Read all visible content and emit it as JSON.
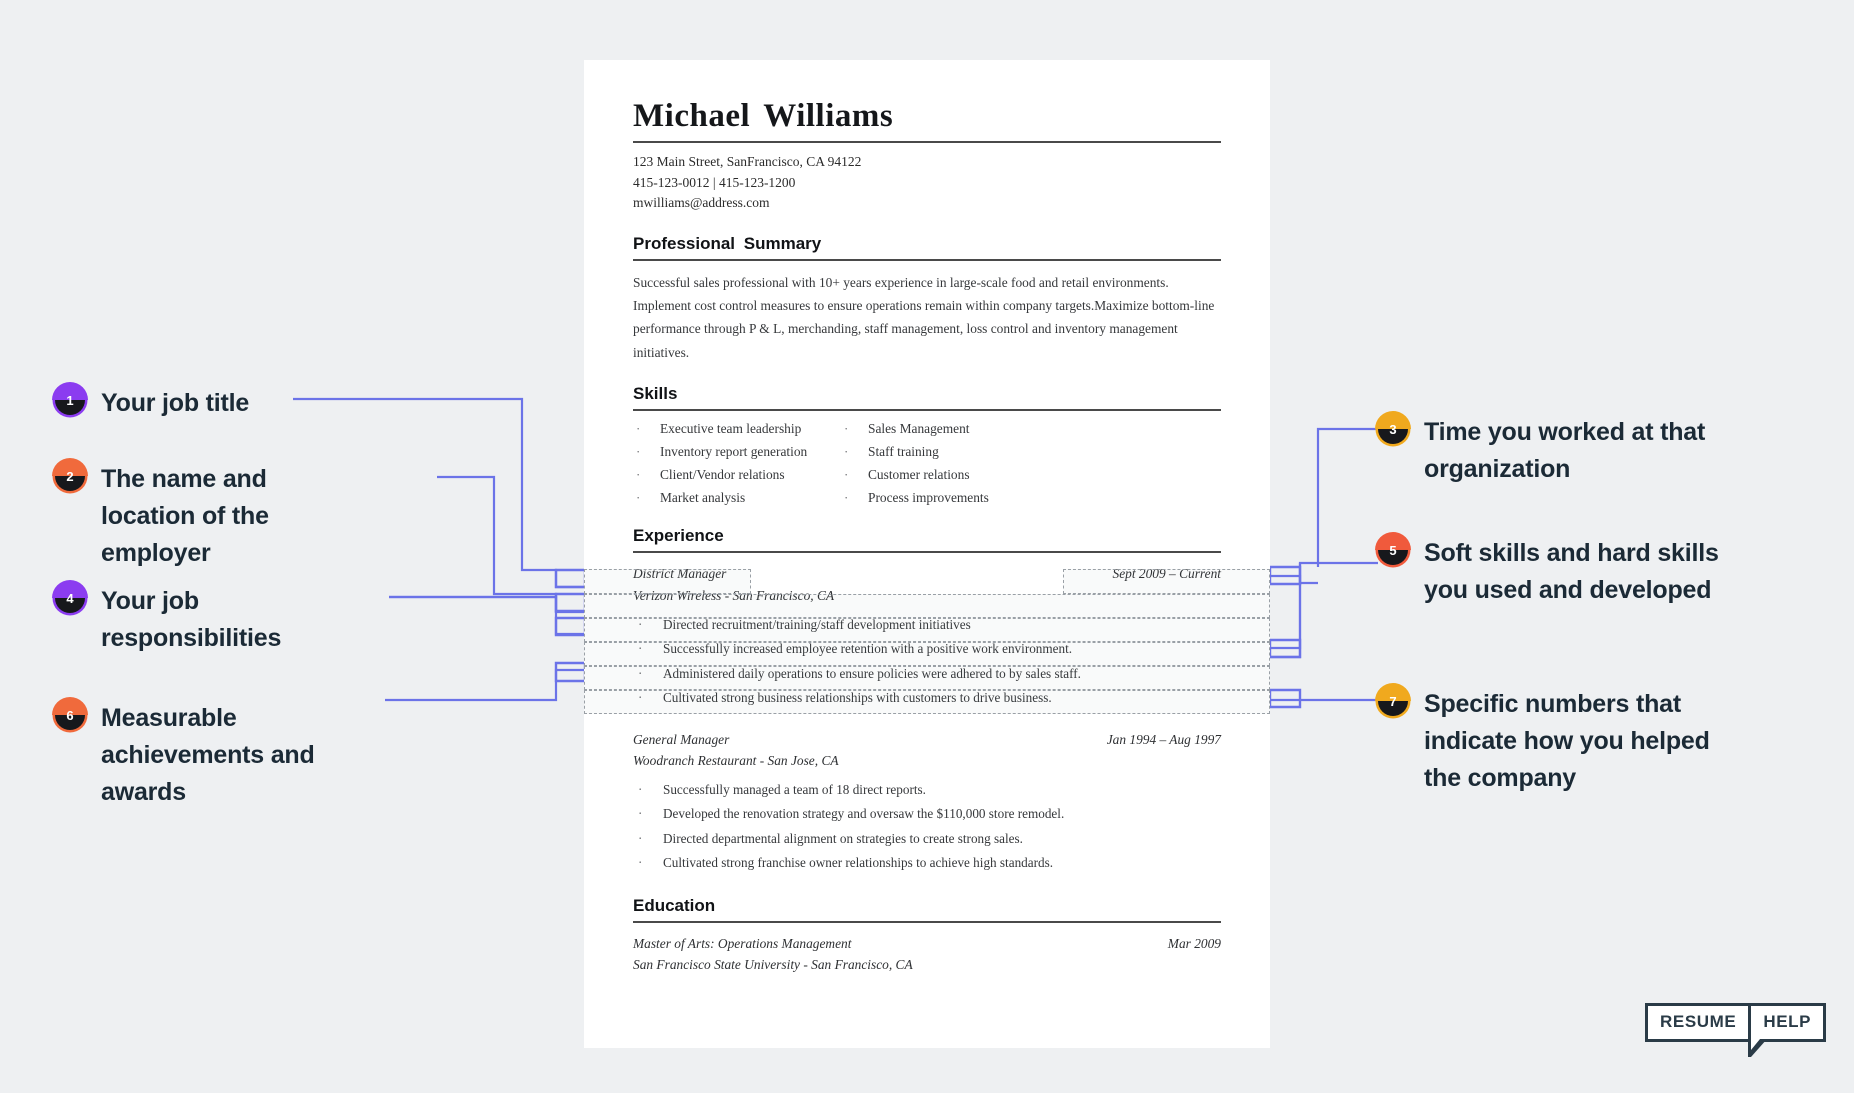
{
  "resume": {
    "name": "Michael Williams",
    "contact": [
      "123 Main Street, SanFrancisco, CA 94122",
      "415-123-0012 | 415-123-1200",
      "mwilliams@address.com"
    ],
    "summary_heading": "Professional  Summary",
    "summary": "Successful sales professional with 10+ years experience in large-scale food and retail environments. Implement cost control measures to ensure operations remain within company targets.Maximize bottom-line performance through P & L, merchanding, staff management, loss control and inventory management initiatives.",
    "skills_heading": "Skills",
    "skills_left": [
      "Executive team leadership",
      "Inventory report generation",
      "Client/Vendor relations",
      "Market analysis"
    ],
    "skills_right": [
      "Sales Management",
      "Staff training",
      "Customer relations",
      "Process improvements"
    ],
    "experience_heading": "Experience",
    "jobs": [
      {
        "title": "District Manager",
        "dates": "Sept 2009 – Current",
        "employer": "Verizon Wireless - San Francisco, CA",
        "bullets": [
          "Directed recruitment/training/staff development initiatives",
          "Successfully increased employee retention with a positive work environment.",
          "Administered daily operations to ensure policies were adhered to by sales staff.",
          "Cultivated strong business relationships with customers to drive business."
        ]
      },
      {
        "title": "General Manager",
        "dates": "Jan 1994 – Aug 1997",
        "employer": "Woodranch Restaurant - San Jose, CA",
        "bullets": [
          "Successfully managed a team of 18 direct reports.",
          "Developed the renovation strategy and oversaw the $110,000 store remodel.",
          "Directed departmental alignment on strategies to create strong sales.",
          "Cultivated strong franchise owner relationships to achieve high standards."
        ]
      }
    ],
    "education_heading": "Education",
    "education": {
      "degree": "Master of Arts: Operations Management",
      "date": "Mar 2009",
      "school": "San Francisco State University - San Francisco, CA"
    }
  },
  "callouts": [
    {
      "num": "1",
      "text": "Your job title",
      "ring": "#8b3cf0"
    },
    {
      "num": "2",
      "text": "The name and location of the employer",
      "ring": "#f06a3c"
    },
    {
      "num": "4",
      "text": "Your job responsibilities",
      "ring": "#8b3cf0"
    },
    {
      "num": "6",
      "text": "Measurable achievements and awards",
      "ring": "#f06a3c"
    },
    {
      "num": "3",
      "text": "Time you worked at that organization",
      "ring": "#f0a91e"
    },
    {
      "num": "5",
      "text": "Soft skills and hard skills you used and developed",
      "ring": "#f05a3c"
    },
    {
      "num": "7",
      "text": "Specific numbers that indicate how you helped the company",
      "ring": "#f0a91e"
    }
  ],
  "logo": {
    "left": "RESUME",
    "right": "HELP"
  },
  "colors": {
    "connector": "#6b73e8",
    "page_bg": "#eef0f2",
    "paper": "#ffffff",
    "text": "#1b2a36"
  }
}
